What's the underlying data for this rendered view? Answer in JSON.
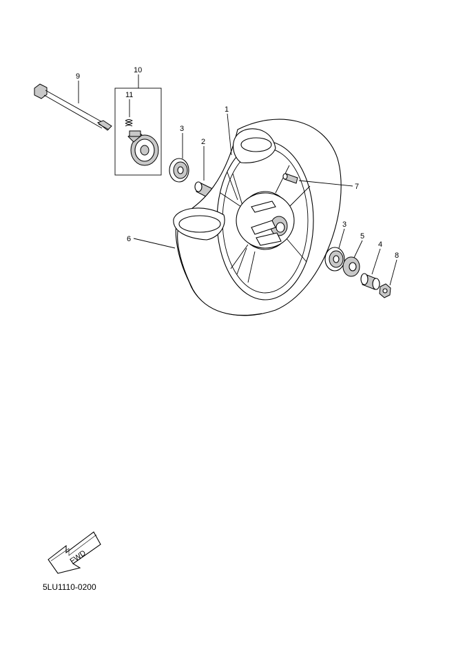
{
  "diagram": {
    "callouts": [
      {
        "id": "c1",
        "label": "1"
      },
      {
        "id": "c2",
        "label": "2"
      },
      {
        "id": "c3a",
        "label": "3"
      },
      {
        "id": "c3b",
        "label": "3"
      },
      {
        "id": "c4",
        "label": "4"
      },
      {
        "id": "c5",
        "label": "5"
      },
      {
        "id": "c6",
        "label": "6"
      },
      {
        "id": "c7",
        "label": "7"
      },
      {
        "id": "c8",
        "label": "8"
      },
      {
        "id": "c9",
        "label": "9"
      },
      {
        "id": "c10",
        "label": "10"
      },
      {
        "id": "c11",
        "label": "11"
      }
    ],
    "fwd_label": "FWD",
    "diagram_code": "5LU1110-0200"
  }
}
